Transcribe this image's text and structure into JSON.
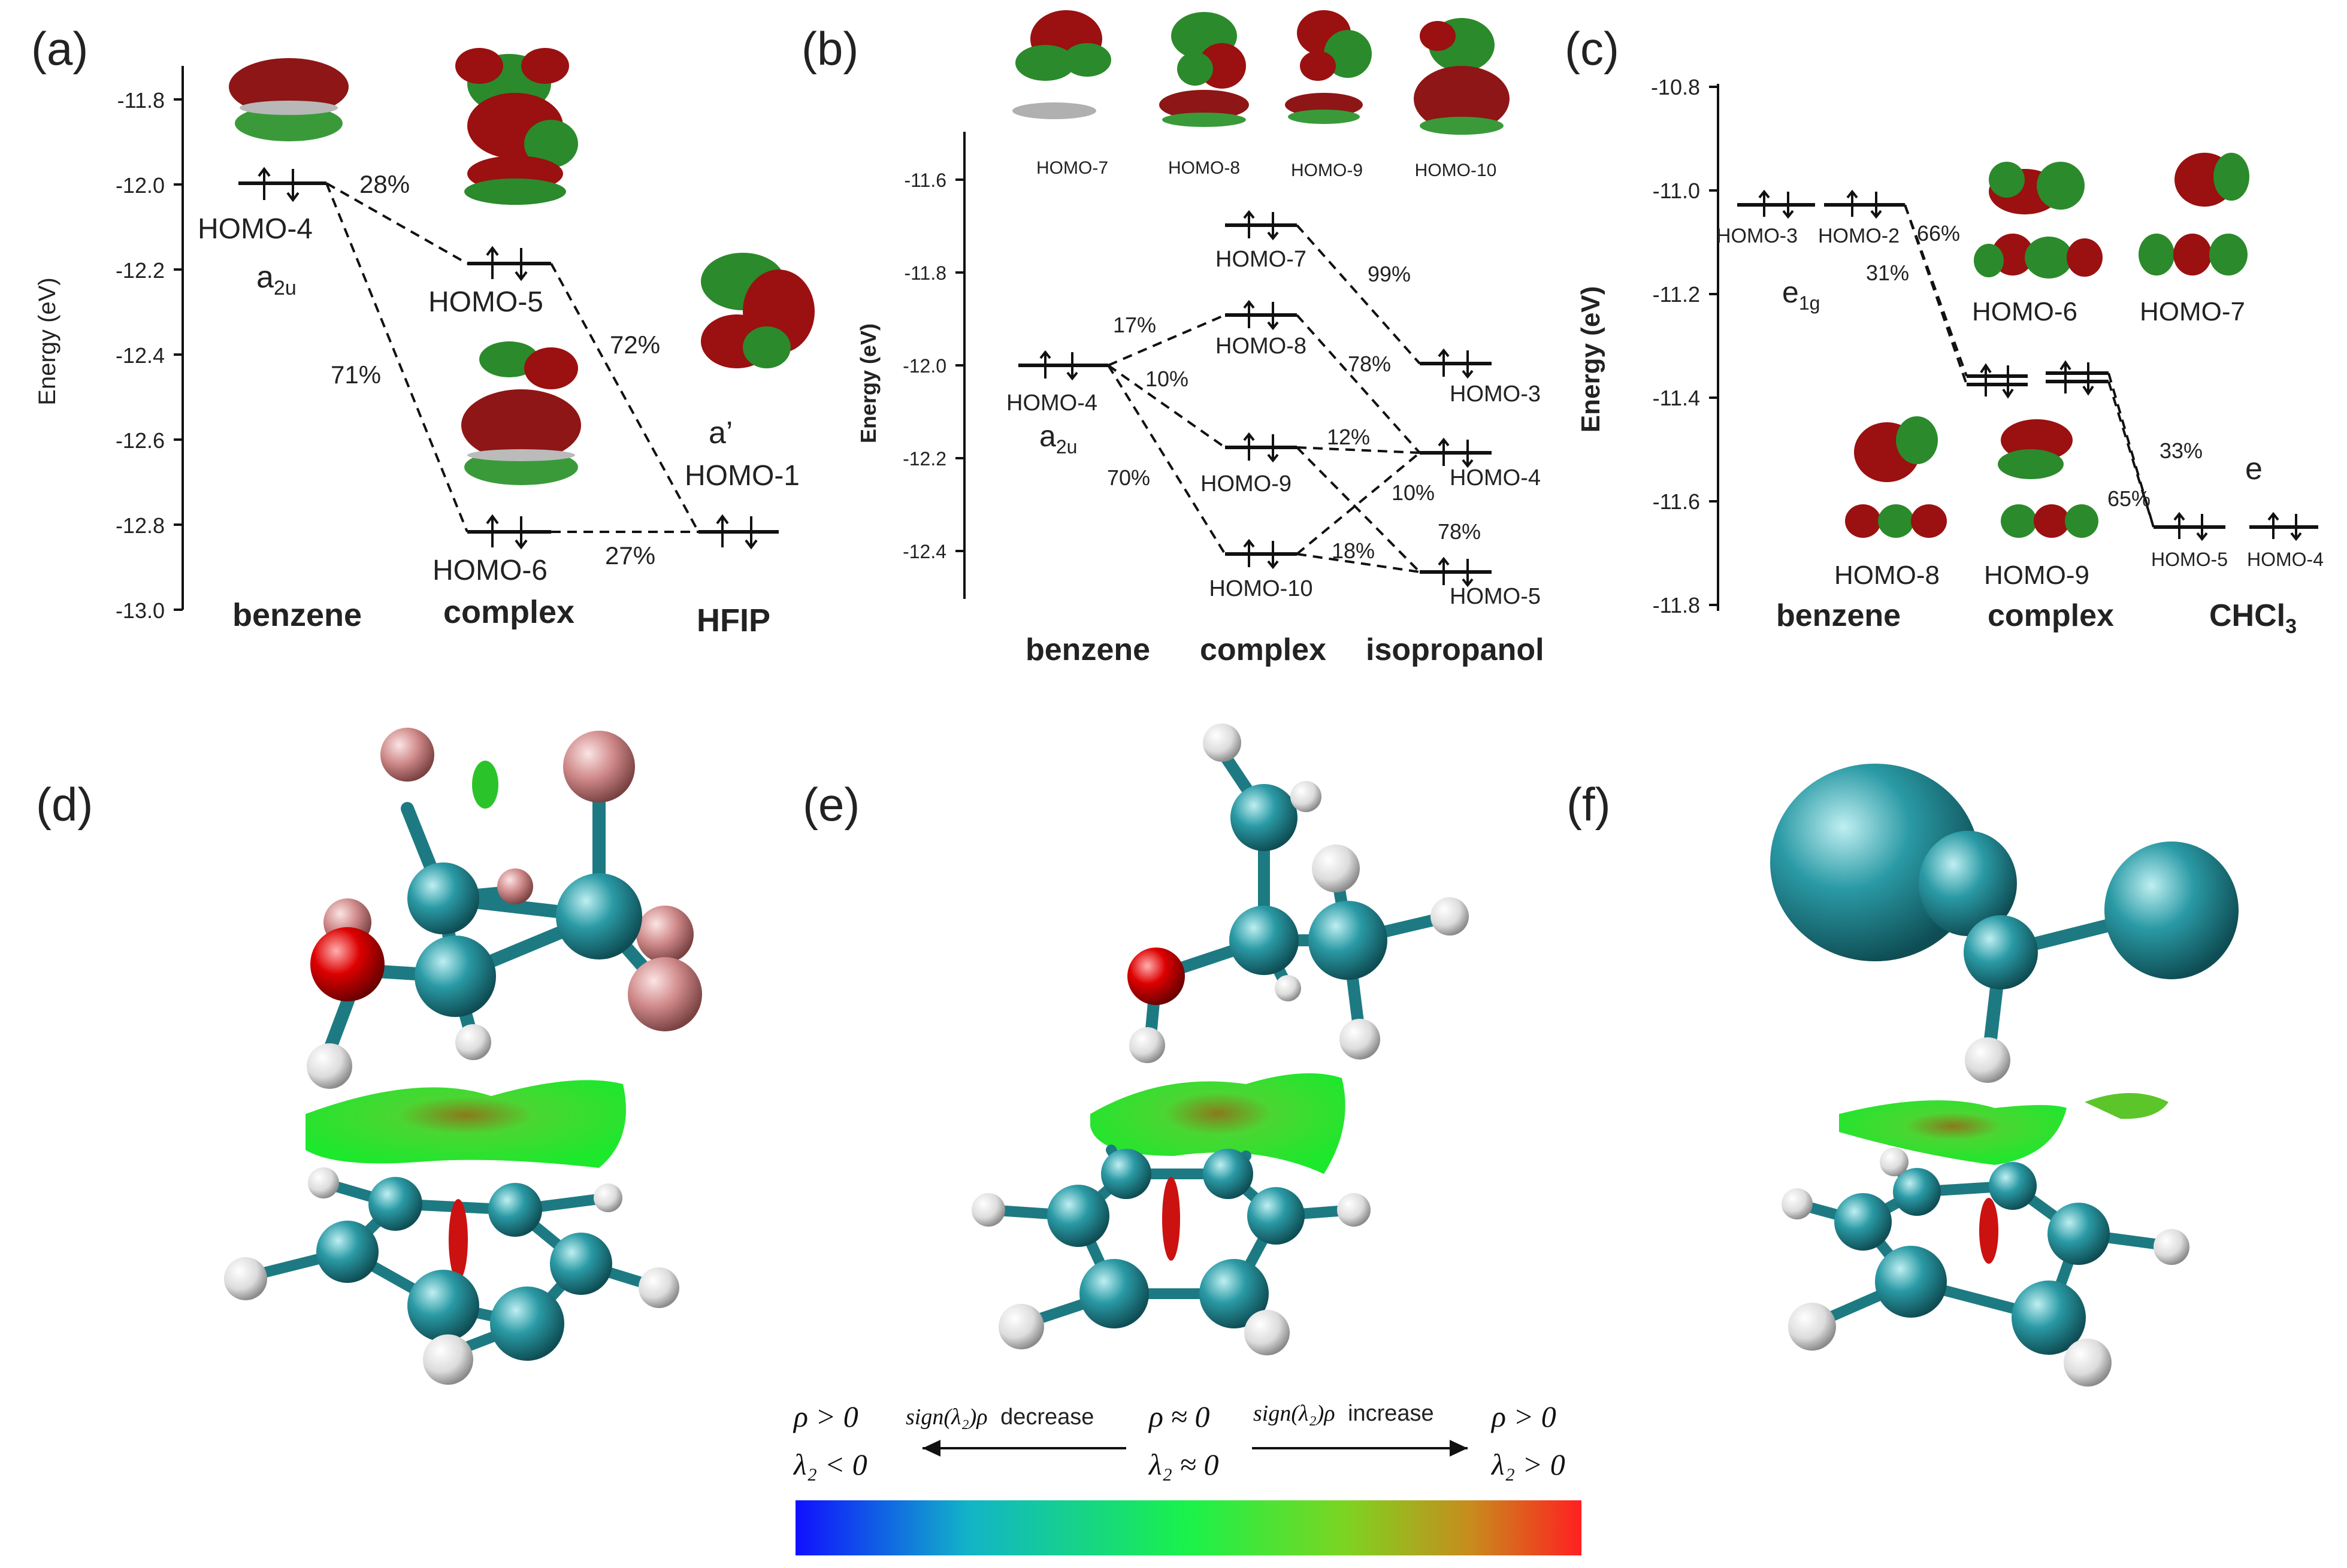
{
  "panels": {
    "a": {
      "label": "(a)",
      "ylabel": "Energy (eV)",
      "ticks": [
        "-11.8",
        "-12.0",
        "-12.2",
        "-12.4",
        "-12.6",
        "-12.8",
        "-13.0"
      ],
      "groups": [
        "benzene",
        "complex",
        "HFIP"
      ],
      "orbitals": {
        "benzene": "HOMO-4",
        "benzene_sym": "a",
        "benzene_sub": "2u",
        "c1": "HOMO-5",
        "c2": "HOMO-6",
        "hfip_sym": "a’",
        "hfip": "HOMO-1"
      },
      "pct": [
        "28%",
        "71%",
        "72%",
        "27%"
      ]
    },
    "b": {
      "label": "(b)",
      "ylabel": "Energy (eV)",
      "ticks": [
        "-11.6",
        "-11.8",
        "-12.0",
        "-12.2",
        "-12.4"
      ],
      "groups": [
        "benzene",
        "complex",
        "isopropanol"
      ],
      "mo_labels": [
        "HOMO-7",
        "HOMO-8",
        "HOMO-9",
        "HOMO-10"
      ],
      "orbitals": {
        "benzene": "HOMO-4",
        "benzene_sym": "a",
        "benzene_sub": "2u",
        "c7": "HOMO-7",
        "c8": "HOMO-8",
        "c9": "HOMO-9",
        "c10": "HOMO-10",
        "i3": "HOMO-3",
        "i4": "HOMO-4",
        "i5": "HOMO-5"
      },
      "pct": [
        "17%",
        "10%",
        "70%",
        "99%",
        "78%",
        "12%",
        "10%",
        "78%",
        "18%"
      ]
    },
    "c": {
      "label": "(c)",
      "ylabel": "Energy (eV)",
      "ticks": [
        "-10.8",
        "-11.0",
        "-11.2",
        "-11.4",
        "-11.6",
        "-11.8"
      ],
      "groups": [
        "benzene",
        "complex",
        "CHCl"
      ],
      "chcl_sub": "3",
      "orbitals": {
        "b3": "HOMO-3",
        "b2": "HOMO-2",
        "benzene_sym": "e",
        "benzene_sub": "1g",
        "c6": "HOMO-6",
        "c7": "HOMO-7",
        "c8": "HOMO-8",
        "c9": "HOMO-9",
        "e": "e",
        "h5": "HOMO-5",
        "h4": "HOMO-4"
      },
      "pct": [
        "66%",
        "31%",
        "33%",
        "65%"
      ]
    },
    "d": {
      "label": "(d)"
    },
    "e": {
      "label": "(e)"
    },
    "f": {
      "label": "(f)"
    }
  },
  "legend": {
    "left_top": "ρ > 0",
    "left_bottom": "λ₂ < 0",
    "mid_top": "ρ ≈ 0",
    "mid_bottom": "λ₂ ≈ 0",
    "right_top": "ρ > 0",
    "right_bottom": "λ₂ > 0",
    "decrease_math": "sign(λ₂)ρ",
    "decrease_word": "decrease",
    "increase_math": "sign(λ₂)ρ",
    "increase_word": "increase",
    "gradient": [
      "#1010ff",
      "#12b4c8",
      "#1af24a",
      "#7dd421",
      "#c88b1d",
      "#ff2020"
    ]
  },
  "colors": {
    "orbital_pos": "#9b1010",
    "orbital_neg": "#1c8a1c",
    "carbon": "#2a8c96",
    "hydrogen": "#eeeeee",
    "oxygen": "#cc0000",
    "fluorine": "#d88f8f",
    "chlorine": "#2a8c96"
  }
}
